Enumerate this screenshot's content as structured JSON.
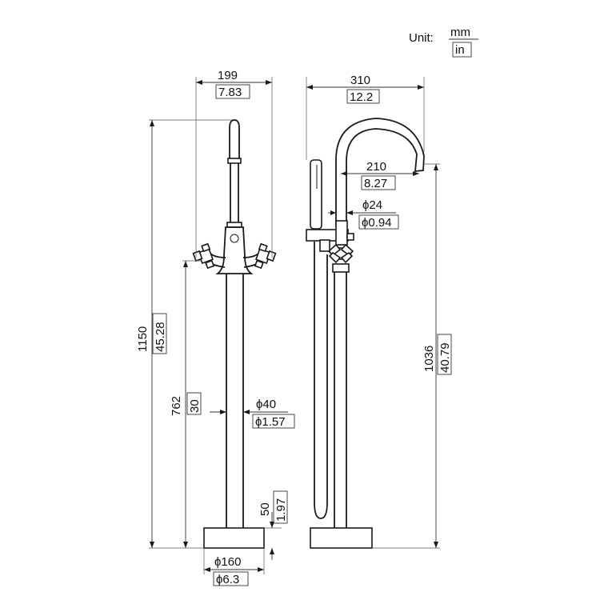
{
  "unit": {
    "label": "Unit:",
    "metric": "mm",
    "imperial": "in"
  },
  "front_view": {
    "width_mm": "199",
    "width_in": "7.83",
    "height_mm": "1150",
    "height_in": "45.28",
    "handle_height_mm": "762",
    "handle_height_in": "30",
    "column_dia_mm": "ϕ40",
    "column_dia_in": "ϕ1.57",
    "base_height_mm": "50",
    "base_height_in": "1.97",
    "base_dia_mm": "ϕ160",
    "base_dia_in": "ϕ6.3"
  },
  "side_view": {
    "width_mm": "310",
    "width_in": "12.2",
    "reach_mm": "210",
    "reach_in": "8.27",
    "spout_dia_mm": "ϕ24",
    "spout_dia_in": "ϕ0.94",
    "spout_height_mm": "1036",
    "spout_height_in": "40.79"
  }
}
